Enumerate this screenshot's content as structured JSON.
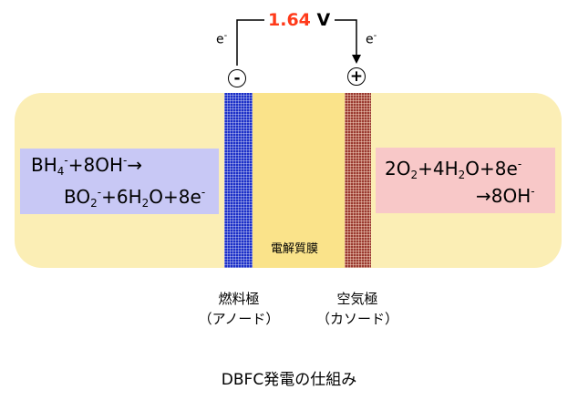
{
  "voltage": {
    "value": "1.64",
    "unit": "V"
  },
  "electron_left": {
    "base": "e",
    "sup": "-"
  },
  "electron_right": {
    "base": "e",
    "sup": "-"
  },
  "terminal_negative": "-",
  "terminal_positive": "+",
  "anode_reaction": {
    "line1": {
      "a": "BH",
      "a_sub": "4",
      "a_sup": "-",
      "b": "+8OH",
      "b_sup": "-",
      "arrow": "→"
    },
    "line2": {
      "a": "BO",
      "a_sub": "2",
      "a_sup": "-",
      "b": "+6H",
      "b_sub": "2",
      "c": "O+8e",
      "c_sup": "-"
    }
  },
  "cathode_reaction": {
    "line1": {
      "a": "2O",
      "a_sub": "2",
      "b": "+4H",
      "b_sub": "2",
      "c": "O+8e",
      "c_sup": "-"
    },
    "line2": {
      "a": "→8OH",
      "a_sup": "-"
    }
  },
  "membrane_label": "電解質膜",
  "anode_label": {
    "name": "燃料極",
    "sub": "（アノード）"
  },
  "cathode_label": {
    "name": "空気極",
    "sub": "（カソード）"
  },
  "caption": "DBFC発電の仕組み",
  "colors": {
    "cell": "#fbeeb5",
    "membrane": "#fae38a",
    "anode_electrode": "#1c30c8",
    "cathode_electrode": "#9a3a30",
    "anode_box": "#c8c8f5",
    "cathode_box": "#f8c8c8",
    "voltage_number": "#ff3a1a"
  }
}
